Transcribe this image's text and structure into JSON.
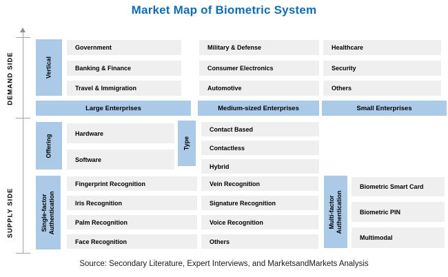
{
  "title": "Market Map of Biometric System",
  "colors": {
    "accent_blue": "#abcae7",
    "gray_box": "#efefef",
    "title_blue": "#0e6cb6",
    "axis_gray": "#a0a0a0"
  },
  "axis": {
    "demand_label": "DEMAND SIDE",
    "supply_label": "SUPPLY SIDE"
  },
  "demand": {
    "vertical_label": "Vertical",
    "columns": [
      {
        "items": [
          "Government",
          "Banking & Finance",
          "Travel & Immigration"
        ],
        "enterprise": "Large Enterprises"
      },
      {
        "items": [
          "Military & Defense",
          "Consumer Electronics",
          "Automotive"
        ],
        "enterprise": "Medium-sized Enterprises"
      },
      {
        "items": [
          "Healthcare",
          "Security",
          "Others"
        ],
        "enterprise": "Small Enterprises"
      }
    ]
  },
  "supply": {
    "offering_label": "Offering",
    "offering_items": [
      "Hardware",
      "Software"
    ],
    "type_label": "Type",
    "type_items": [
      "Contact Based",
      "Contactless",
      "Hybrid"
    ],
    "single_factor_label": "Single-factor Authentication",
    "single_factor_items": [
      "Fingerprint Recognition",
      "Iris Recognition",
      "Palm Recognition",
      "Face Recognition"
    ],
    "recognition_items2": [
      "Vein Recognition",
      "Signature Recognition",
      "Voice Recognition",
      "Others"
    ],
    "multi_factor_label": "Multi-factor Authentication",
    "multi_factor_items": [
      "Biometric Smart Card",
      "Biometric PIN",
      "Multimodal"
    ]
  },
  "source": "Source: Secondary Literature, Expert Interviews, and MarketsandMarkets Analysis"
}
